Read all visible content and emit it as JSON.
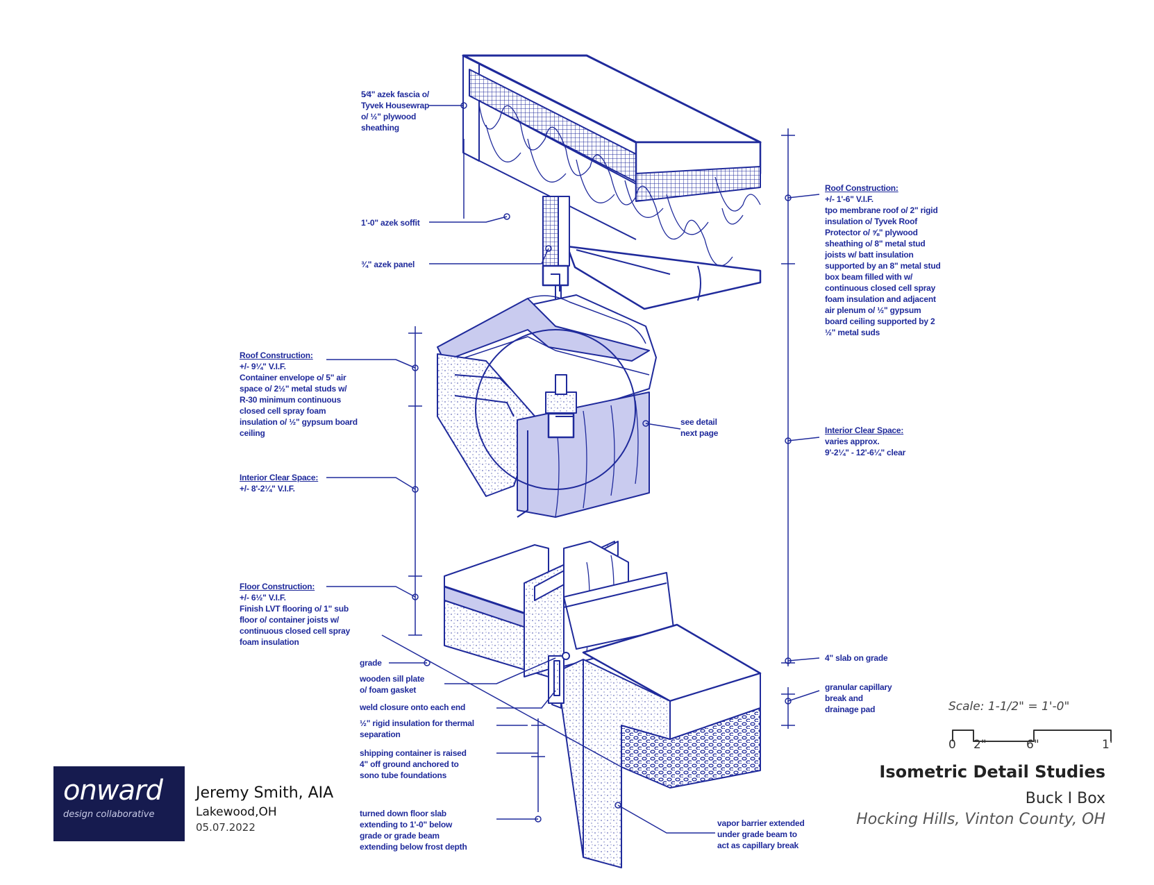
{
  "colors": {
    "ink": "#1f2a9b",
    "fill": "#c9cbef",
    "logo_bg": "#161b4f"
  },
  "notes": {
    "fascia": [
      "5⁄4\" azek fascia o/",
      "Tyvek Housewrap",
      "o/ ½\" plywood",
      "sheathing"
    ],
    "soffit": "1'-0\" azek soffit",
    "panel": "¾\" azek panel",
    "roof_left": {
      "heading": "Roof Construction:",
      "lines": [
        "+/- 9¼\" V.I.F.",
        "Container envelope o/ 5\" air",
        "space o/ 2½\" metal studs w/",
        "R-30 minimum continuous",
        "closed cell spray foam",
        "insulation o/ ½\" gypsum board",
        "ceiling"
      ]
    },
    "interior_left": {
      "heading": "Interior Clear Space:",
      "lines": [
        "+/- 8'-2¼\" V.I.F."
      ]
    },
    "floor": {
      "heading": "Floor Construction:",
      "lines": [
        "+/- 6½\" V.I.F.",
        "Finish LVT flooring o/ 1\" sub",
        "floor o/ container joists w/",
        "continuous closed cell spray",
        "foam insulation"
      ]
    },
    "grade": "grade",
    "sill": [
      "wooden sill plate",
      "o/ foam gasket"
    ],
    "weld": "weld closure onto each end",
    "rigid": [
      "½\" rigid insulation for thermal",
      "separation"
    ],
    "container": [
      "shipping container is raised",
      "4\" off ground anchored to",
      "sono tube foundations"
    ],
    "slab": [
      "turned down floor slab",
      "extending to 1'-0\" below",
      "grade or grade beam",
      "extending below frost depth"
    ],
    "see_detail": [
      "see detail",
      "next page"
    ],
    "roof_right": {
      "heading": "Roof Construction:",
      "lines": [
        "+/- 1'-6\" V.I.F.",
        "tpo membrane roof o/ 2\" rigid",
        "insulation o/ Tyvek Roof",
        "Protector o/ ⅝\" plywood",
        "sheathing o/ 8\" metal stud",
        "joists w/ batt insulation",
        "supported by an 8\" metal stud",
        "box beam filled with w/",
        "continuous closed cell spray",
        "foam insulation and adjacent",
        "air plenum o/ ½\" gypsum",
        "board ceiling supported by 2",
        "½\" metal suds"
      ]
    },
    "interior_right": {
      "heading": "Interior Clear Space:",
      "lines": [
        "varies  approx.",
        "9'-2¼\" - 12'-6¼\" clear"
      ]
    },
    "slab_on_grade": "4\" slab on grade",
    "capillary": [
      "granular capillary",
      "break and",
      "drainage pad"
    ],
    "vapor": [
      "vapor barrier extended",
      "under grade beam to",
      "act as capillary break"
    ]
  },
  "scale": {
    "title": "Scale: 1-1/2\" = 1'-0\"",
    "ticks": [
      "0",
      "2\"",
      "6\"",
      "1'"
    ]
  },
  "titleblock": {
    "title": "Isometric Detail Studies",
    "project": "Buck I Box",
    "location": "Hocking Hills, Vinton County, OH"
  },
  "logo": {
    "word": "onward",
    "tagline": "design collaborative"
  },
  "credit": {
    "name": "Jeremy Smith, AIA",
    "city": "Lakewood,OH",
    "date": "05.07.2022"
  }
}
